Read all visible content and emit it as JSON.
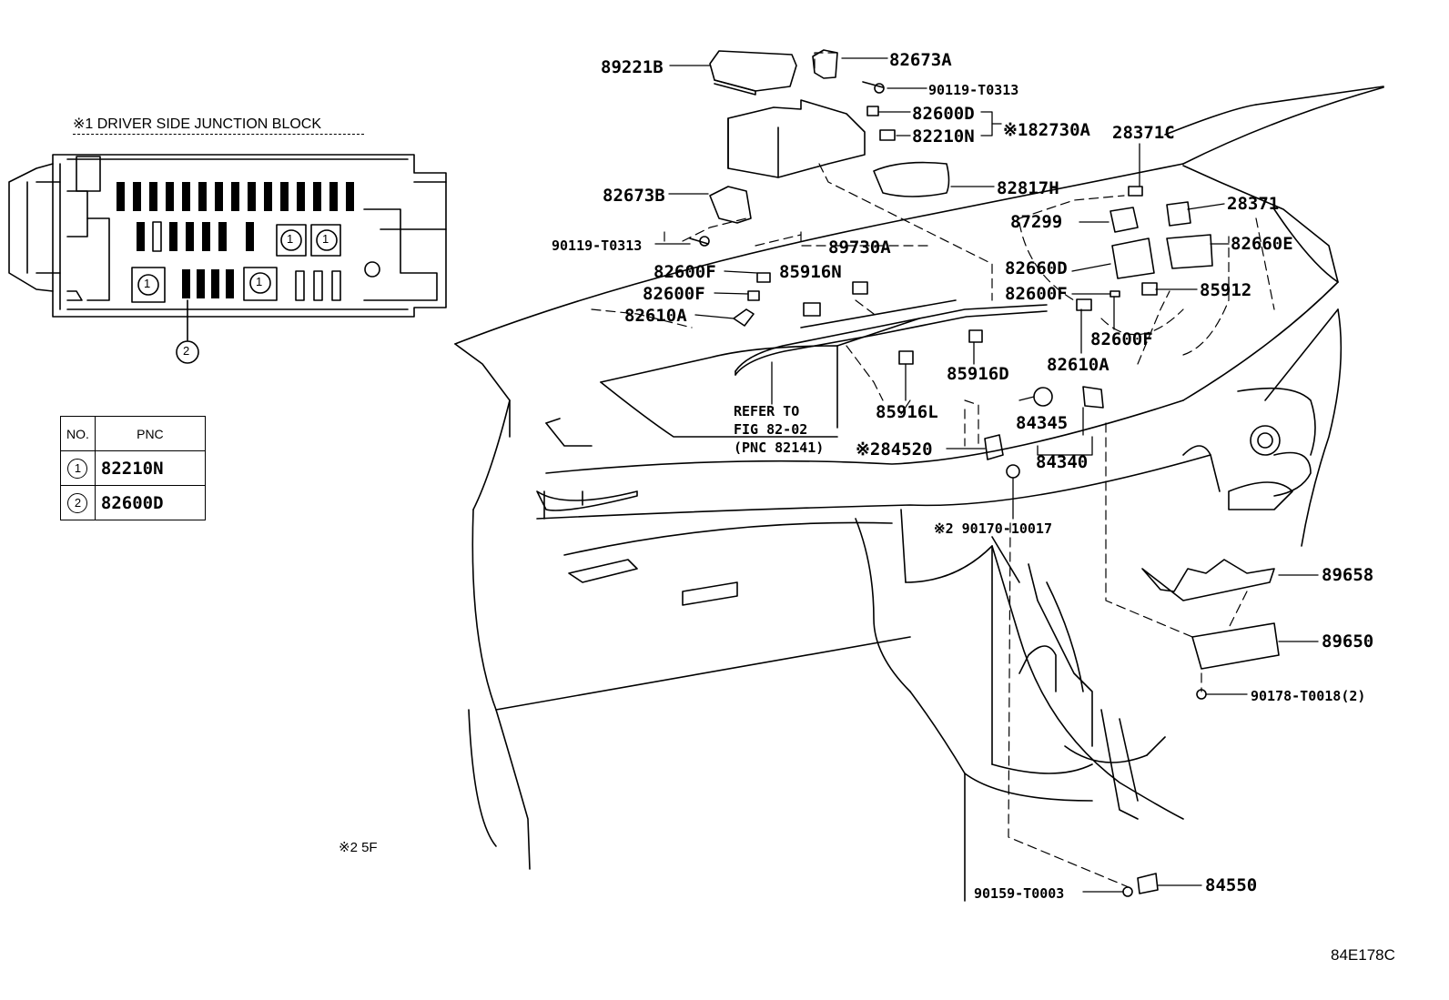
{
  "junction_block": {
    "title": "※1  DRIVER SIDE JUNCTION BLOCK",
    "callouts": [
      "1",
      "2"
    ]
  },
  "pnc_table": {
    "headers": [
      "NO.",
      "PNC"
    ],
    "rows": [
      {
        "no": "1",
        "pnc": "82210N"
      },
      {
        "no": "2",
        "pnc": "82600D"
      }
    ]
  },
  "labels": {
    "p89221B": "89221B",
    "p82673A": "82673A",
    "p90119_top": "90119-T0313",
    "p82600D": "82600D",
    "p82210N": "82210N",
    "p82730A": "※182730A",
    "p28371C": "28371C",
    "p82817H": "82817H",
    "p82673B": "82673B",
    "p28371": "28371",
    "p90119_left": "90119-T0313",
    "p87299": "87299",
    "p89730A": "89730A",
    "p82660E": "82660E",
    "p82600F_a": "82600F",
    "p85916N": "85916N",
    "p82660D": "82660D",
    "p82600F_b": "82600F",
    "p82600F_c": "82600F",
    "p85912": "85912",
    "p82610A_left": "82610A",
    "p82600F_d": "82600F",
    "p85916D": "85916D",
    "p82610A_right": "82610A",
    "refer_1": "REFER TO",
    "refer_2": "FIG 82-02",
    "refer_3": "(PNC 82141)",
    "p85916L": "85916L",
    "p84345": "84345",
    "p84520": "※284520",
    "p84340": "84340",
    "p90170": "※2 90170-10017",
    "p89658": "89658",
    "p89650": "89650",
    "p90178": "90178-T0018(2)",
    "p90159": "90159-T0003",
    "p84550": "84550"
  },
  "note": "※2 5F",
  "figure_id": "84E178C"
}
